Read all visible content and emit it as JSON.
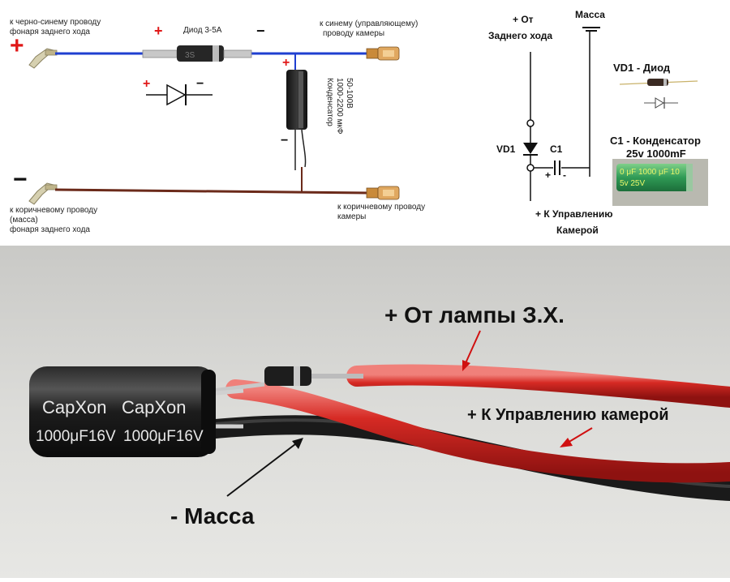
{
  "wiring": {
    "left_plus": "+",
    "left_minus": "−",
    "blue_wire_label_line1": "к черно-синему проводу",
    "blue_wire_label_line2": "фонаря заднего хода",
    "diode_label": "Диод 3-5А",
    "diode_plus": "+",
    "diode_minus": "−",
    "symbol_plus": "+",
    "symbol_minus": "−",
    "cap_plus": "+",
    "cap_minus": "−",
    "cap_label_line1": "Конденсатор",
    "cap_label_line2": "1000-2200 мкФ",
    "cap_label_line3": "50-100В",
    "camera_ctrl_line1": "к синему (управляющему)",
    "camera_ctrl_line2": "проводу камеры",
    "brown_label_line1": "к коричневому проводу",
    "brown_label_line2": "(масса)",
    "brown_label_line3": "фонаря заднего хода",
    "camera_brown_line1": "к коричневому проводу",
    "camera_brown_line2": "камеры"
  },
  "schematic": {
    "from_reverse_line1": "+ От",
    "from_reverse_line2": "Заднего хода",
    "ground": "Масса",
    "vd1": "VD1",
    "c1": "C1",
    "c1_plus": "+",
    "c1_minus": "-",
    "to_camera_line1": "+ К Управлению",
    "to_camera_line2": "Камерой"
  },
  "legend": {
    "diode_title": "VD1 - Диод",
    "cap_title_line1": "С1 - Конденсатор",
    "cap_title_line2": "25v 1000mF",
    "cap_print_line1": "0 μF 1000 μF 10",
    "cap_print_line2": "5v   25V"
  },
  "photo": {
    "cap_brand_1": "CapXon",
    "cap_brand_2": "CapXon",
    "cap_value_1": "1000μF16V",
    "cap_value_2": "1000μF16V",
    "label_lamp": "+ От лампы З.Х.",
    "label_camera": "+ К Управлению камерой",
    "label_ground": "- Масса"
  },
  "colors": {
    "blue_wire": "#1f3fd0",
    "brown_wire": "#6b2a1a",
    "red_sign": "#e01818",
    "red_wire": "#c81e1e",
    "black_wire": "#1a1a1a",
    "arrow_red": "#d01010"
  }
}
